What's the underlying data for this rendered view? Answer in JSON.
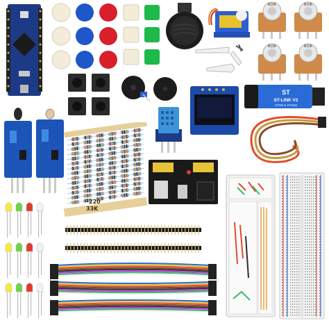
{
  "stlink": {
    "brand": "ST",
    "line1": "ST-LINK V2",
    "line2": "STM8 & STM32"
  },
  "pot_label": "B10K",
  "resistor_labels": [
    "220",
    "33K"
  ],
  "led_colors": [
    "#f6ea3c",
    "#6fd24b",
    "#e23a2a",
    "#f2f2f2"
  ],
  "button_cap_colors": [
    "#f2ecd9",
    "#1f56c9",
    "#d81f2b"
  ],
  "square_cap_colors": [
    "#f2ecd9",
    "#1fb84b"
  ],
  "jumper_colors": [
    "#1f6bd6",
    "#e8c33a",
    "#e34b2a",
    "#7a4a2a",
    "#2d2d2d",
    "#b63ad6",
    "#3ab86b",
    "#f0f0f0"
  ]
}
